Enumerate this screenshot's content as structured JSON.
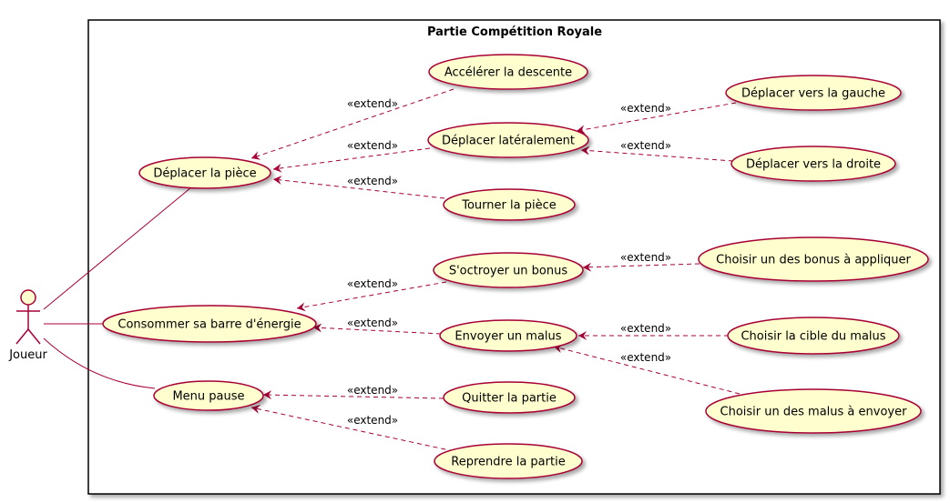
{
  "boundary": {
    "title": "Partie Compétition Royale"
  },
  "actor": {
    "name": "Joueur"
  },
  "use_cases": {
    "deplacer_piece": "Déplacer la pièce",
    "consommer_energie": "Consommer sa barre d'énergie",
    "menu_pause": "Menu pause",
    "accelerer": "Accélérer la descente",
    "deplacer_lateral": "Déplacer latéralement",
    "tourner": "Tourner la pièce",
    "octroyer_bonus": "S'octroyer un bonus",
    "envoyer_malus": "Envoyer un malus",
    "quitter": "Quitter la partie",
    "reprendre": "Reprendre la partie",
    "gauche": "Déplacer vers la gauche",
    "droite": "Déplacer vers la droite",
    "choisir_bonus": "Choisir un des bonus à appliquer",
    "choisir_cible": "Choisir la cible du malus",
    "choisir_malus": "Choisir un des malus à envoyer"
  },
  "relation_label": "«extend»",
  "colors": {
    "usecase_fill": "#FEFECE",
    "usecase_border": "#A80036",
    "arrow": "#A80036",
    "boundary_border": "#000000"
  }
}
